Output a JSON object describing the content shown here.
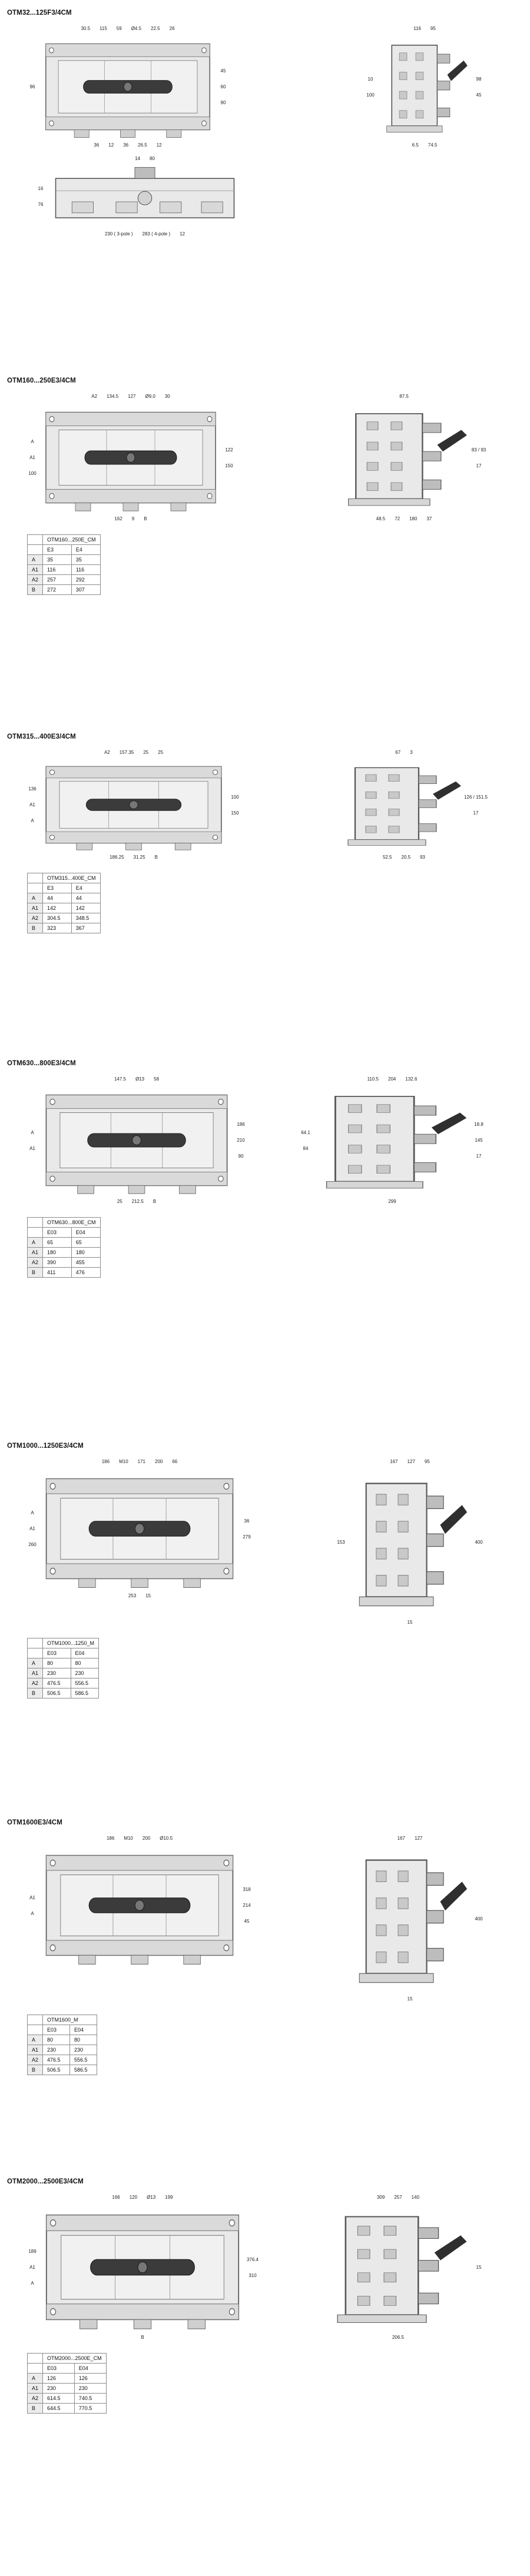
{
  "page": {
    "bg": "#ffffff",
    "line_color": "#555555",
    "fill_color": "#e9e9e9",
    "handle_color": "#3b3b3b"
  },
  "sections": [
    {
      "title": "OTM32...125F3/4CM",
      "views": [
        {
          "kind": "front",
          "top": [
            "30.5",
            "115",
            "59",
            "Ø4.5",
            "22.5",
            "26"
          ],
          "left": [
            "96"
          ],
          "right": [
            "45",
            "60",
            "90"
          ],
          "bottom": [
            "36",
            "12",
            "36",
            "26.5",
            "12"
          ]
        },
        {
          "kind": "side",
          "top": [
            "116",
            "95"
          ],
          "left": [
            "10",
            "100"
          ],
          "right": [
            "98",
            "45"
          ],
          "bottom": [
            "6.5",
            "74.5"
          ]
        },
        {
          "kind": "top",
          "top": [
            "14",
            "80"
          ],
          "left": [
            "16",
            "76"
          ],
          "right": [],
          "bottom": [
            "230 ( 3-pole )",
            "283 ( 4-pole )",
            "12"
          ]
        }
      ],
      "table": null
    },
    {
      "title": "OTM160...250E3/4CM",
      "views": [
        {
          "kind": "front",
          "top": [
            "A2",
            "134.5",
            "127",
            "Ø9.0",
            "30"
          ],
          "left": [
            "A",
            "A1",
            "100"
          ],
          "right": [
            "122",
            "150"
          ],
          "bottom": [
            "162",
            "9",
            "B"
          ]
        },
        {
          "kind": "side",
          "top": [
            "87.5"
          ],
          "left": [],
          "right": [
            "83 / 93",
            "17"
          ],
          "bottom": [
            "48.5",
            "72",
            "180",
            "37"
          ]
        }
      ],
      "table": {
        "name": "OTM160...250E_CM",
        "cols": [
          "E3",
          "E4"
        ],
        "rows": [
          {
            "label": "A",
            "values": [
              "35",
              "35"
            ]
          },
          {
            "label": "A1",
            "values": [
              "116",
              "116"
            ]
          },
          {
            "label": "A2",
            "values": [
              "257",
              "292"
            ]
          },
          {
            "label": "B",
            "values": [
              "272",
              "307"
            ]
          }
        ]
      }
    },
    {
      "title": "OTM315...400E3/4CM",
      "views": [
        {
          "kind": "front",
          "top": [
            "A2",
            "157.35",
            "25",
            "25"
          ],
          "left": [
            "136",
            "A1",
            "A"
          ],
          "right": [
            "100",
            "150"
          ],
          "bottom": [
            "186.25",
            "31.25",
            "B"
          ]
        },
        {
          "kind": "side",
          "top": [
            "67",
            "3"
          ],
          "left": [],
          "right": [
            "126 / 151.5",
            "17"
          ],
          "bottom": [
            "52.5",
            "20.5",
            "93"
          ]
        }
      ],
      "table": {
        "name": "OTM315...400E_CM",
        "cols": [
          "E3",
          "E4"
        ],
        "rows": [
          {
            "label": "A",
            "values": [
              "44",
              "44"
            ]
          },
          {
            "label": "A1",
            "values": [
              "142",
              "142"
            ]
          },
          {
            "label": "A2",
            "values": [
              "304.5",
              "348.5"
            ]
          },
          {
            "label": "B",
            "values": [
              "323",
              "367"
            ]
          }
        ]
      }
    },
    {
      "title": "OTM630...800E3/4CM",
      "views": [
        {
          "kind": "front",
          "top": [
            "147.5",
            "Ø13",
            "58"
          ],
          "left": [
            "A",
            "A1"
          ],
          "right": [
            "186",
            "210",
            "90"
          ],
          "bottom": [
            "25",
            "212.5",
            "B"
          ]
        },
        {
          "kind": "side",
          "top": [
            "110.5",
            "204",
            "132.6"
          ],
          "left": [
            "64.1",
            "84"
          ],
          "right": [
            "18.8",
            "145",
            "17"
          ],
          "bottom": [
            "299"
          ]
        }
      ],
      "table": {
        "name": "OTM630...800E_CM",
        "cols": [
          "E03",
          "E04"
        ],
        "rows": [
          {
            "label": "A",
            "values": [
              "65",
              "65"
            ]
          },
          {
            "label": "A1",
            "values": [
              "180",
              "180"
            ]
          },
          {
            "label": "A2",
            "values": [
              "390",
              "455"
            ]
          },
          {
            "label": "B",
            "values": [
              "411",
              "476"
            ]
          }
        ]
      }
    },
    {
      "title": "OTM1000...1250E3/4CM",
      "views": [
        {
          "kind": "front",
          "top": [
            "186",
            "M10",
            "171",
            "200",
            "66"
          ],
          "left": [
            "A",
            "A1",
            "260"
          ],
          "right": [
            "36",
            "279"
          ],
          "bottom": [
            "253",
            "15"
          ]
        },
        {
          "kind": "side",
          "top": [
            "167",
            "127",
            "95"
          ],
          "left": [
            "153"
          ],
          "right": [
            "400"
          ],
          "bottom": [
            "15"
          ]
        }
      ],
      "table": {
        "name": "OTM1000...1250_M",
        "cols": [
          "E03",
          "E04"
        ],
        "rows": [
          {
            "label": "A",
            "values": [
              "80",
              "80"
            ]
          },
          {
            "label": "A1",
            "values": [
              "230",
              "230"
            ]
          },
          {
            "label": "A2",
            "values": [
              "476.5",
              "556.5"
            ]
          },
          {
            "label": "B",
            "values": [
              "506.5",
              "586.5"
            ]
          }
        ]
      }
    },
    {
      "title": "OTM1600E3/4CM",
      "views": [
        {
          "kind": "front",
          "top": [
            "186",
            "M10",
            "200",
            "Ø10.5"
          ],
          "left": [
            "A1",
            "A"
          ],
          "right": [
            "318",
            "214",
            "45"
          ],
          "bottom": []
        },
        {
          "kind": "side",
          "top": [
            "167",
            "127"
          ],
          "left": [],
          "right": [
            "400"
          ],
          "bottom": [
            "15"
          ]
        }
      ],
      "table": {
        "name": "OTM1600_M",
        "cols": [
          "E03",
          "E04"
        ],
        "rows": [
          {
            "label": "A",
            "values": [
              "80",
              "80"
            ]
          },
          {
            "label": "A1",
            "values": [
              "230",
              "230"
            ]
          },
          {
            "label": "A2",
            "values": [
              "476.5",
              "556.5"
            ]
          },
          {
            "label": "B",
            "values": [
              "506.5",
              "586.5"
            ]
          }
        ]
      }
    },
    {
      "title": "OTM2000...2500E3/4CM",
      "views": [
        {
          "kind": "front",
          "top": [
            "166",
            "120",
            "Ø13",
            "199"
          ],
          "left": [
            "189",
            "A1",
            "A"
          ],
          "right": [
            "376.4",
            "310"
          ],
          "bottom": [
            "B"
          ]
        },
        {
          "kind": "side",
          "top": [
            "309",
            "257",
            "140"
          ],
          "left": [],
          "right": [
            "15"
          ],
          "bottom": [
            "206.5"
          ]
        }
      ],
      "table": {
        "name": "OTM2000...2500E_CM",
        "cols": [
          "E03",
          "E04"
        ],
        "rows": [
          {
            "label": "A",
            "values": [
              "126",
              "126"
            ]
          },
          {
            "label": "A1",
            "values": [
              "230",
              "230"
            ]
          },
          {
            "label": "A2",
            "values": [
              "614.5",
              "740.5"
            ]
          },
          {
            "label": "B",
            "values": [
              "644.5",
              "770.5"
            ]
          }
        ]
      }
    }
  ]
}
